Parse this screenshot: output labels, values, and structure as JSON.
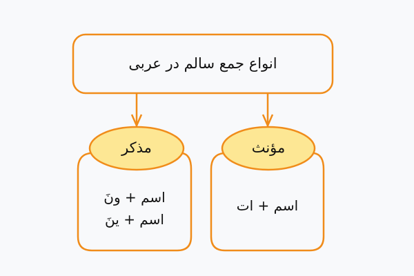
{
  "diagram": {
    "title": "انواع جمع سالم در عربی",
    "colors": {
      "background": "#f8f9fb",
      "stroke": "#f08c1a",
      "box_fill": "#f8f9fb",
      "ellipse_fill": "#fde794",
      "text": "#111111"
    },
    "branches": [
      {
        "heading": "مذکر",
        "lines": [
          "اسم + ونَ",
          "اسم + ینَ"
        ]
      },
      {
        "heading": "مؤنث",
        "lines": [
          "اسم + ات"
        ]
      }
    ]
  }
}
